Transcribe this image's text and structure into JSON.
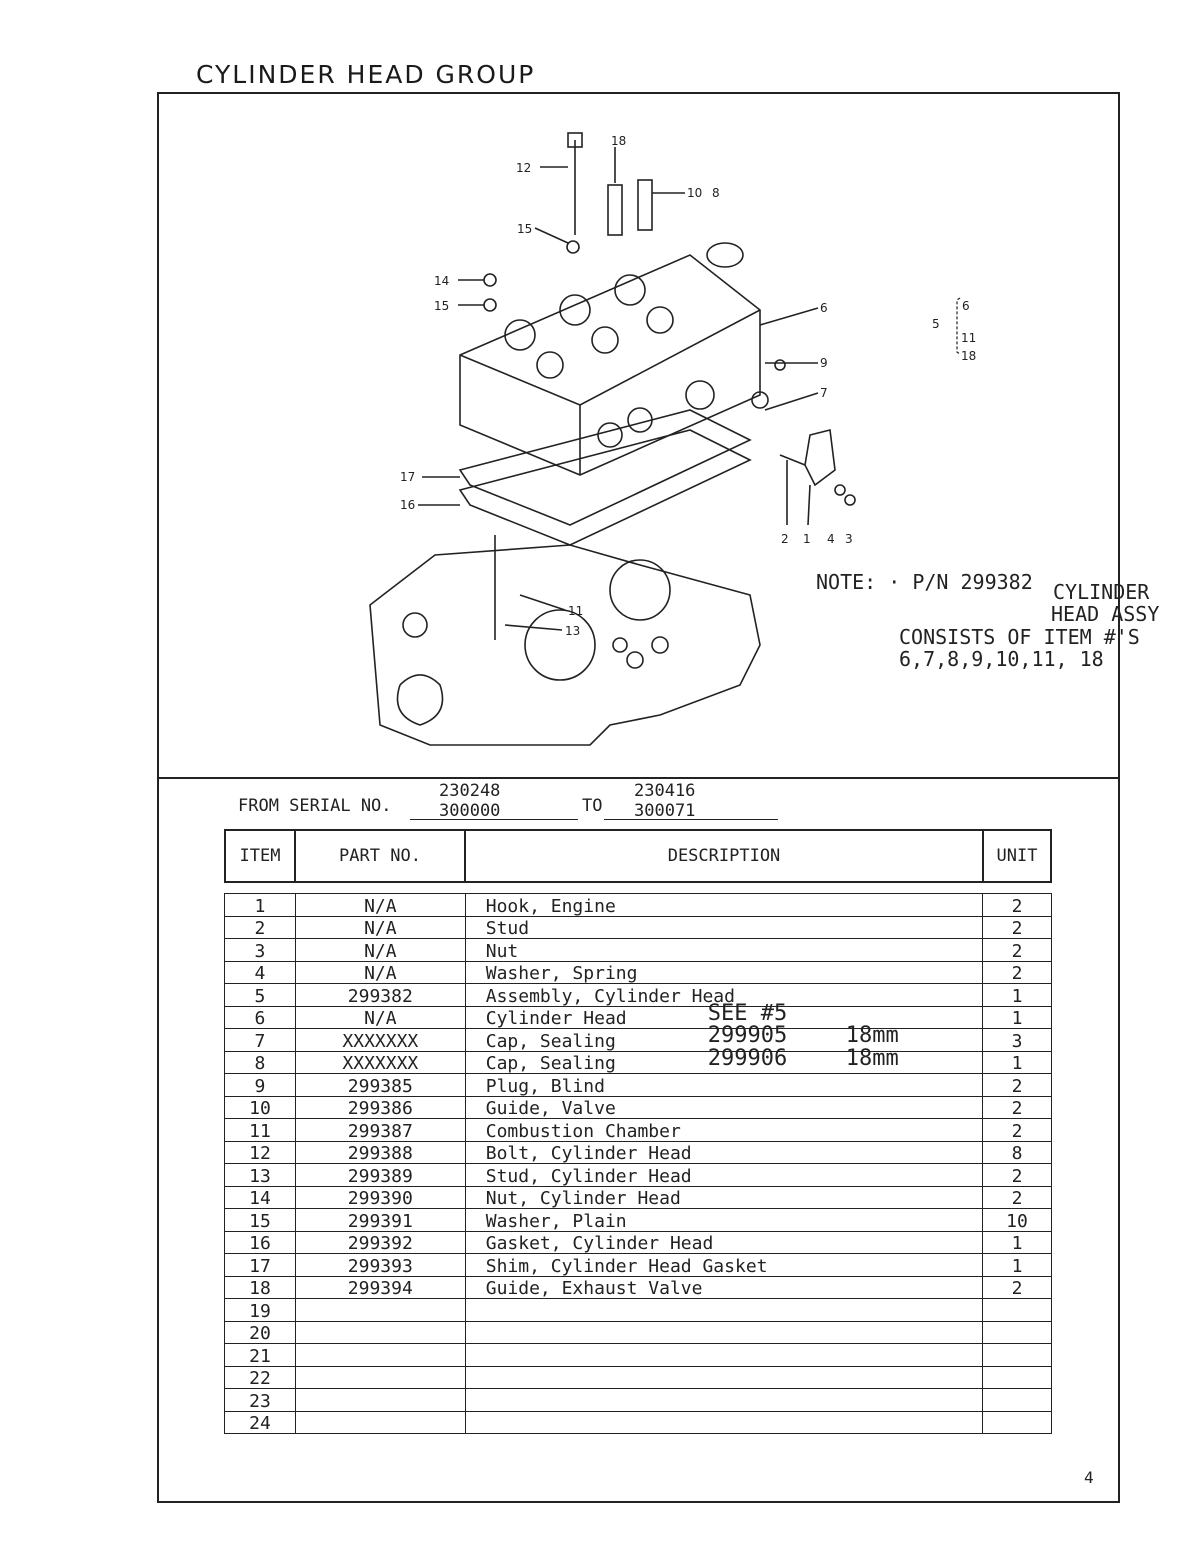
{
  "title": "CYLINDER HEAD GROUP",
  "note": {
    "line1": "NOTE: · P/N 299382",
    "line1b": "CYLINDER",
    "line2": "HEAD ASSY",
    "line3": "CONSISTS OF ITEM #'S",
    "line4": "6,7,8,9,10,11, 18"
  },
  "serial": {
    "from_label": "FROM SERIAL NO.",
    "from_top": "230248",
    "from_bottom": "300000",
    "to_label": "TO",
    "to_top": "230416",
    "to_bottom": "300071"
  },
  "table": {
    "headers": [
      "ITEM",
      "PART NO.",
      "DESCRIPTION",
      "UNIT"
    ],
    "rows": [
      {
        "item": "1",
        "part": "N/A",
        "desc": "Hook, Engine",
        "unit": "2"
      },
      {
        "item": "2",
        "part": "N/A",
        "desc": "Stud",
        "unit": "2"
      },
      {
        "item": "3",
        "part": "N/A",
        "desc": "Nut",
        "unit": "2"
      },
      {
        "item": "4",
        "part": "N/A",
        "desc": "Washer, Spring",
        "unit": "2"
      },
      {
        "item": "5",
        "part": "299382",
        "desc": "Assembly, Cylinder Head",
        "unit": "1"
      },
      {
        "item": "6",
        "part": "N/A",
        "desc": "Cylinder Head",
        "extra": "SEE #5",
        "unit": "1"
      },
      {
        "item": "7",
        "part": "XXXXXXX",
        "desc": "Cap, Sealing",
        "extra": "299905",
        "extra2": "18mm",
        "unit": "3"
      },
      {
        "item": "8",
        "part": "XXXXXXX",
        "desc": "Cap, Sealing",
        "extra": "299906",
        "extra2": "18mm",
        "unit": "1"
      },
      {
        "item": "9",
        "part": "299385",
        "desc": "Plug, Blind",
        "unit": "2"
      },
      {
        "item": "10",
        "part": "299386",
        "desc": "Guide, Valve",
        "unit": "2"
      },
      {
        "item": "11",
        "part": "299387",
        "desc": "Combustion Chamber",
        "unit": "2"
      },
      {
        "item": "12",
        "part": "299388",
        "desc": "Bolt, Cylinder Head",
        "unit": "8"
      },
      {
        "item": "13",
        "part": "299389",
        "desc": "Stud, Cylinder Head",
        "unit": "2"
      },
      {
        "item": "14",
        "part": "299390",
        "desc": "Nut, Cylinder Head",
        "unit": "2"
      },
      {
        "item": "15",
        "part": "299391",
        "desc": "Washer, Plain",
        "unit": "10"
      },
      {
        "item": "16",
        "part": "299392",
        "desc": "Gasket, Cylinder Head",
        "unit": "1"
      },
      {
        "item": "17",
        "part": "299393",
        "desc": "Shim, Cylinder Head Gasket",
        "unit": "1"
      },
      {
        "item": "18",
        "part": "299394",
        "desc": "Guide, Exhaust Valve",
        "unit": "2"
      },
      {
        "item": "19",
        "part": "",
        "desc": "",
        "unit": ""
      },
      {
        "item": "20",
        "part": "",
        "desc": "",
        "unit": ""
      },
      {
        "item": "21",
        "part": "",
        "desc": "",
        "unit": ""
      },
      {
        "item": "22",
        "part": "",
        "desc": "",
        "unit": ""
      },
      {
        "item": "23",
        "part": "",
        "desc": "",
        "unit": ""
      },
      {
        "item": "24",
        "part": "",
        "desc": "",
        "unit": ""
      }
    ]
  },
  "callouts": [
    "12",
    "18",
    "10",
    "8",
    "15",
    "14",
    "15",
    "6",
    "9",
    "7",
    "17",
    "16",
    "2",
    "1",
    "4",
    "3",
    "11",
    "13",
    "5",
    "6",
    "11",
    "18"
  ],
  "page_number": "4"
}
